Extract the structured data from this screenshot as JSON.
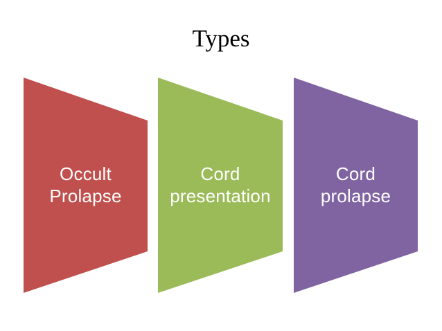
{
  "slide": {
    "title": "Types",
    "background_color": "#FFFFFF",
    "title_color": "#000000",
    "shape_text_color": "#FFFFFF"
  },
  "shapes": [
    {
      "line1": "Occult",
      "line2": "Prolapse",
      "fill": "#C0504D"
    },
    {
      "line1": "Cord",
      "line2": "presentation",
      "fill": "#9BBB59"
    },
    {
      "line1": "Cord",
      "line2": "prolapse",
      "fill": "#8064A2"
    }
  ]
}
